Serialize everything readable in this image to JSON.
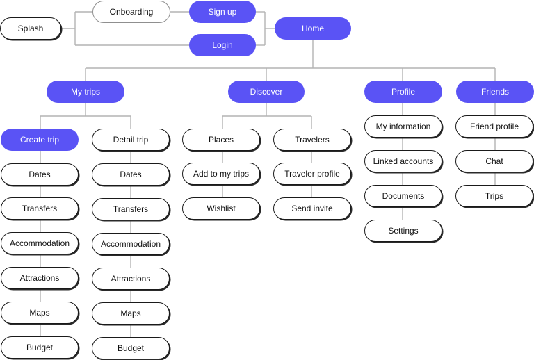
{
  "colors": {
    "primary": "#5a53f5",
    "edge": "#b3b3b3",
    "node_border": "#1a1a1a"
  },
  "nodes": {
    "splash": "Splash",
    "onboarding": "Onboarding",
    "sign_up": "Sign up",
    "login": "Login",
    "home": "Home",
    "my_trips": "My trips",
    "discover": "Discover",
    "profile": "Profile",
    "friends": "Friends",
    "create_trip": {
      "label": "Create trip",
      "items": [
        "Dates",
        "Transfers",
        "Accommodation",
        "Attractions",
        "Maps",
        "Budget"
      ]
    },
    "detail_trip": {
      "label": "Detail trip",
      "items": [
        "Dates",
        "Transfers",
        "Accommodation",
        "Attractions",
        "Maps",
        "Budget"
      ]
    },
    "places": {
      "label": "Places",
      "items": [
        "Add to my trips",
        "Wishlist"
      ]
    },
    "travelers": {
      "label": "Travelers",
      "items": [
        "Traveler profile",
        "Send invite"
      ]
    },
    "profile_items": [
      "My information",
      "Linked accounts",
      "Documents",
      "Settings"
    ],
    "friends_items": [
      "Friend profile",
      "Chat",
      "Trips"
    ]
  }
}
